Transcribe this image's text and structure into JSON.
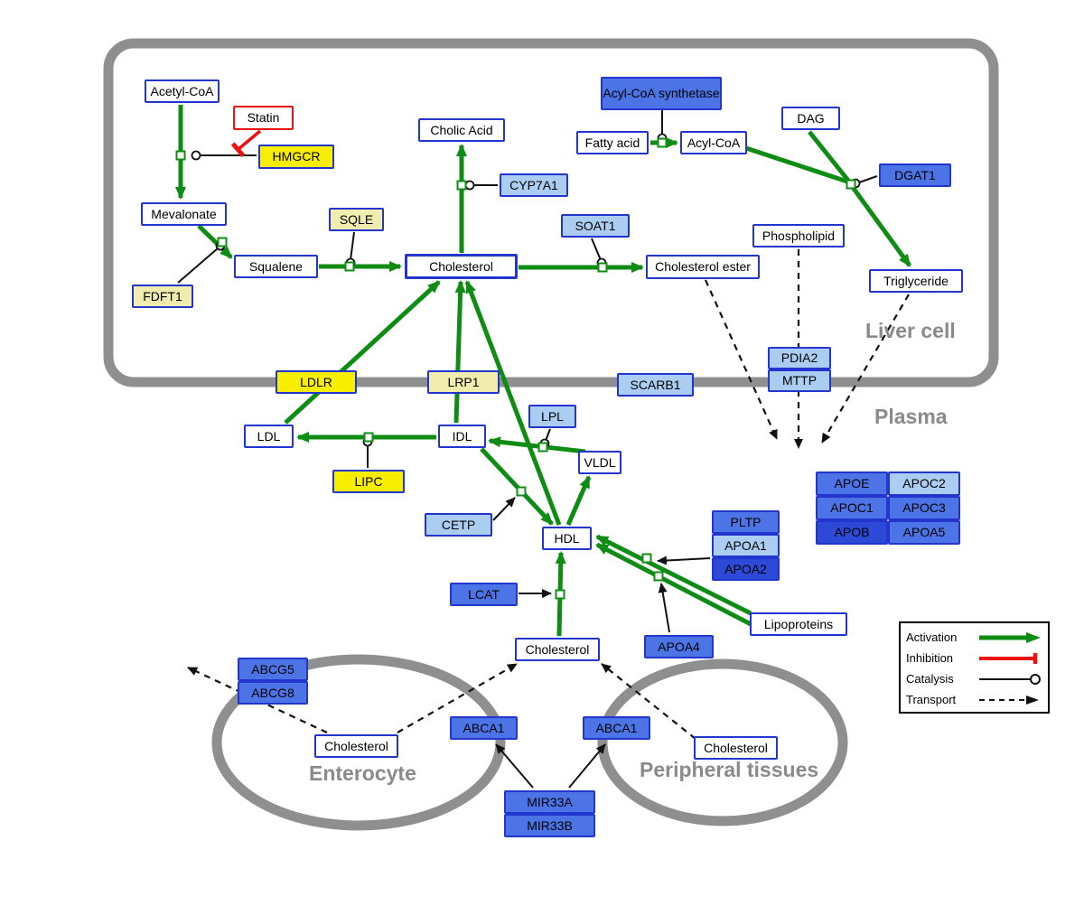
{
  "compartments": {
    "liver": "Liver cell",
    "plasma": "Plasma",
    "enterocyte": "Enterocyte",
    "peripheral": "Peripheral tissues"
  },
  "nodes": {
    "acetyl_coa": "Acetyl-CoA",
    "statin": "Statin",
    "hmgcr": "HMGCR",
    "mevalonate": "Mevalonate",
    "fdft1": "FDFT1",
    "squalene": "Squalene",
    "sqle": "SQLE",
    "cholesterol_liver": "Cholesterol",
    "cholic_acid": "Cholic Acid",
    "cyp7a1": "CYP7A1",
    "soat1": "SOAT1",
    "cholesterol_ester": "Cholesterol ester",
    "acyl_coa_synthetase": "Acyl-CoA synthetase",
    "fatty_acid": "Fatty acid",
    "acyl_coa": "Acyl-CoA",
    "dag": "DAG",
    "dgat1": "DGAT1",
    "phospholipid": "Phospholipid",
    "triglyceride": "Triglyceride",
    "pdia2": "PDIA2",
    "mttp": "MTTP",
    "ldlr": "LDLR",
    "lrp1": "LRP1",
    "scarb1": "SCARB1",
    "ldl": "LDL",
    "idl": "IDL",
    "lpl": "LPL",
    "vldl": "VLDL",
    "lipc": "LIPC",
    "cetp": "CETP",
    "hdl": "HDL",
    "pltp": "PLTP",
    "apoa1": "APOA1",
    "apoa2": "APOA2",
    "lcat": "LCAT",
    "apoa4": "APOA4",
    "lipoproteins": "Lipoproteins",
    "apoe": "APOE",
    "apoc2": "APOC2",
    "apoc1": "APOC1",
    "apoc3": "APOC3",
    "apob": "APOB",
    "apoa5": "APOA5",
    "cholesterol_plasma": "Cholesterol",
    "abcg5": "ABCG5",
    "abcg8": "ABCG8",
    "cholesterol_enterocyte": "Cholesterol",
    "abca1_enterocyte": "ABCA1",
    "abca1_peripheral": "ABCA1",
    "cholesterol_peripheral": "Cholesterol",
    "mir33a": "MIR33A",
    "mir33b": "MIR33B"
  },
  "legend": {
    "activation": "Activation",
    "inhibition": "Inhibition",
    "catalysis": "Catalysis",
    "transport": "Transport"
  },
  "colors": {
    "activation_green": "#0e8c14",
    "inhibition_red": "#ee1111",
    "membrane_gray": "#8f8f8f",
    "node_border_blue": "#2335cf",
    "gene_blue": "#4d74e6",
    "gene_light_blue": "#abcdf1",
    "gene_dark_blue": "#2c49d8",
    "gene_yellow": "#f7ee00",
    "gene_pale_yellow": "#f0edae"
  }
}
